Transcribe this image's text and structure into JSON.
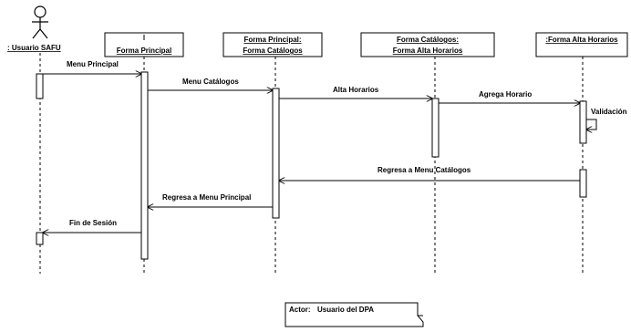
{
  "actor": {
    "name": ": Usuario SAFU"
  },
  "objects": [
    {
      "line1": "",
      "line2": "Forma Principal"
    },
    {
      "line1": "Forma Principal:",
      "line2": "Forma Catálogos"
    },
    {
      "line1": "Forma Catálogos:",
      "line2": "Forma Alta Horarios"
    },
    {
      "line1": ":Forma Alta Horarios",
      "line2": ""
    }
  ],
  "messages": {
    "m1": "Menu Principal",
    "m2": "Menu Catálogos",
    "m3": "Alta Horarios",
    "m4": "Agrega Horario",
    "m5": "Validación",
    "m6": "Regresa a Menu Catálogos",
    "m7": "Regresa a Menu Principal",
    "m8": "Fin de Sesión"
  },
  "note": {
    "label": "Actor:",
    "value": "Usuario del DPA"
  }
}
